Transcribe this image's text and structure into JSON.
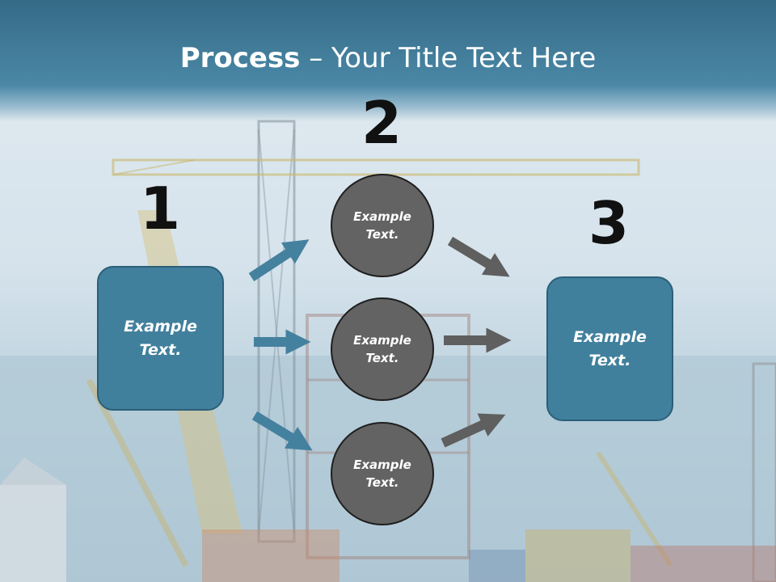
{
  "title": {
    "bold": "Process",
    "rest": " – Your Title Text Here"
  },
  "steps": {
    "one": "1",
    "two": "2",
    "three": "3"
  },
  "left_box": {
    "line1": "Example",
    "line2": "Text."
  },
  "right_box": {
    "line1": "Example",
    "line2": "Text."
  },
  "circles": [
    {
      "line1": "Example",
      "line2": "Text."
    },
    {
      "line1": "Example",
      "line2": "Text."
    },
    {
      "line1": "Example",
      "line2": "Text."
    }
  ],
  "colors": {
    "box_fill": "#41809d",
    "circle_fill": "#636363",
    "arrow_blue": "#44819f",
    "arrow_gray": "#5f5f5f",
    "title_band": "#356a86"
  }
}
